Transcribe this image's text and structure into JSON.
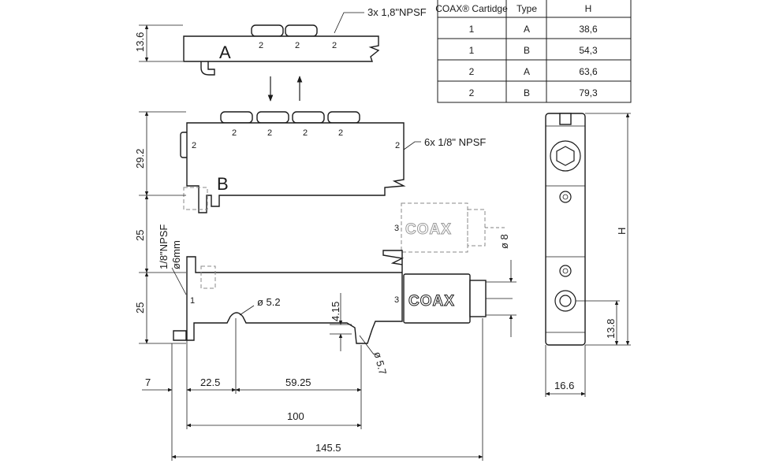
{
  "table": {
    "headers": [
      "COAX® Cartidge",
      "Type",
      "H"
    ],
    "rows": [
      [
        "1",
        "A",
        "38,6"
      ],
      [
        "1",
        "B",
        "54,3"
      ],
      [
        "2",
        "A",
        "63,6"
      ],
      [
        "2",
        "B",
        "79,3"
      ]
    ]
  },
  "callouts": {
    "ports_top": "3x  1,8\"NPSF",
    "ports_side": "6x  1/8\" NPSF",
    "vertical_port": "1/8\"NPSF",
    "vertical_tube": "ø6mm"
  },
  "part_labels": {
    "a": "A",
    "b": "B"
  },
  "logo": "COAX",
  "port_numbers": {
    "two": "2",
    "three": "3",
    "one": "1"
  },
  "dimensions": {
    "d13_6": "13.6",
    "d29_2": "29.2",
    "d25_upper": "25",
    "d25_lower": "25",
    "d5_2": "ø 5.2",
    "d4_15": "4.15",
    "d5_7": "ø 5.7",
    "d8": "ø 8",
    "d7": "7",
    "d22_5": "22.5",
    "d59_25": "59.25",
    "d100": "100",
    "d145_5": "145.5",
    "dH": "H",
    "d13_8": "13.8",
    "d16_6": "16.6"
  }
}
